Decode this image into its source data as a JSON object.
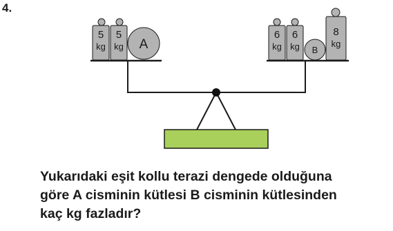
{
  "question_number": "4.",
  "left_pan": {
    "weights": [
      {
        "value": "5",
        "unit": "kg"
      },
      {
        "value": "5",
        "unit": "kg"
      }
    ],
    "object_label": "A"
  },
  "right_pan": {
    "weights": [
      {
        "value": "6",
        "unit": "kg"
      },
      {
        "value": "6",
        "unit": "kg"
      },
      {
        "value": "8",
        "unit": "kg"
      }
    ],
    "object_label": "B"
  },
  "question_lines": [
    "Yukarıdaki eşit kollu terazi dengede olduğuna",
    "göre A cisminin kütlesi B cisminin kütlesinden",
    "kaç kg fazladır?"
  ],
  "colors": {
    "weight_fill": "#b3b3b3",
    "outline": "#1a1a1a",
    "base_fill": "#a9d05b",
    "pivot": "#111111"
  }
}
